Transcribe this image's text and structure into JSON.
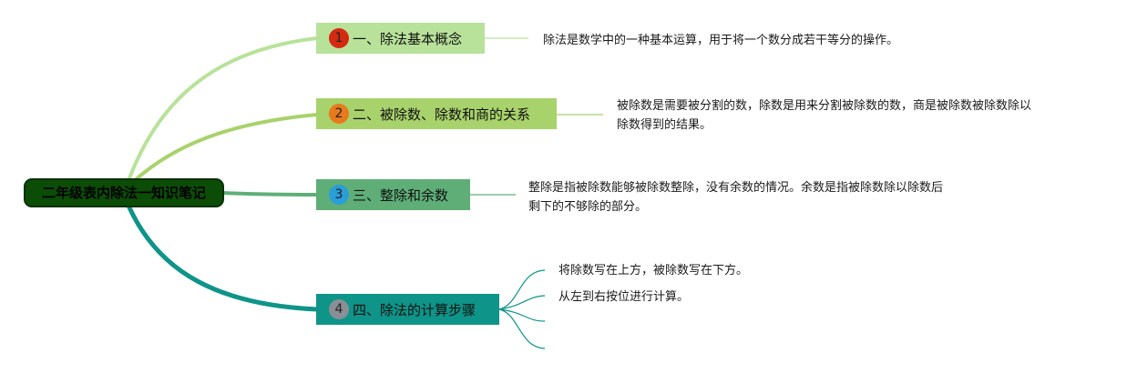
{
  "root": {
    "label": "二年级表内除法一知识笔记"
  },
  "colors": {
    "root": "#0b4d06",
    "branch1": "#b8e29a",
    "branch2": "#a8d26b",
    "branch3": "#5fae78",
    "branch4": "#0e9488"
  },
  "branches": [
    {
      "number": "1",
      "label": "一、除法基本概念",
      "badge_color": "#d42a12",
      "description_lines": [
        "除法是数学中的一种基本运算，用于将一个数分成若干等分的操作。"
      ]
    },
    {
      "number": "2",
      "label": "二、被除数、除数和商的关系",
      "badge_color": "#e87a1e",
      "description_lines": [
        "被除数是需要被分割的数，除数是用来分割被除数的数，商是被除数被除数除以",
        "除数得到的结果。"
      ]
    },
    {
      "number": "3",
      "label": "三、整除和余数",
      "badge_color": "#2a9ed8",
      "description_lines": [
        "整除是指被除数能够被除数整除，没有余数的情况。余数是指被除数除以除数后",
        "剩下的不够除的部分。"
      ]
    },
    {
      "number": "4",
      "label": "四、除法的计算步骤",
      "badge_color": "#8a8f95",
      "steps": [
        "将除数写在上方，被除数写在下方。",
        "从左到右按位进行计算。",
        "",
        ""
      ]
    }
  ]
}
